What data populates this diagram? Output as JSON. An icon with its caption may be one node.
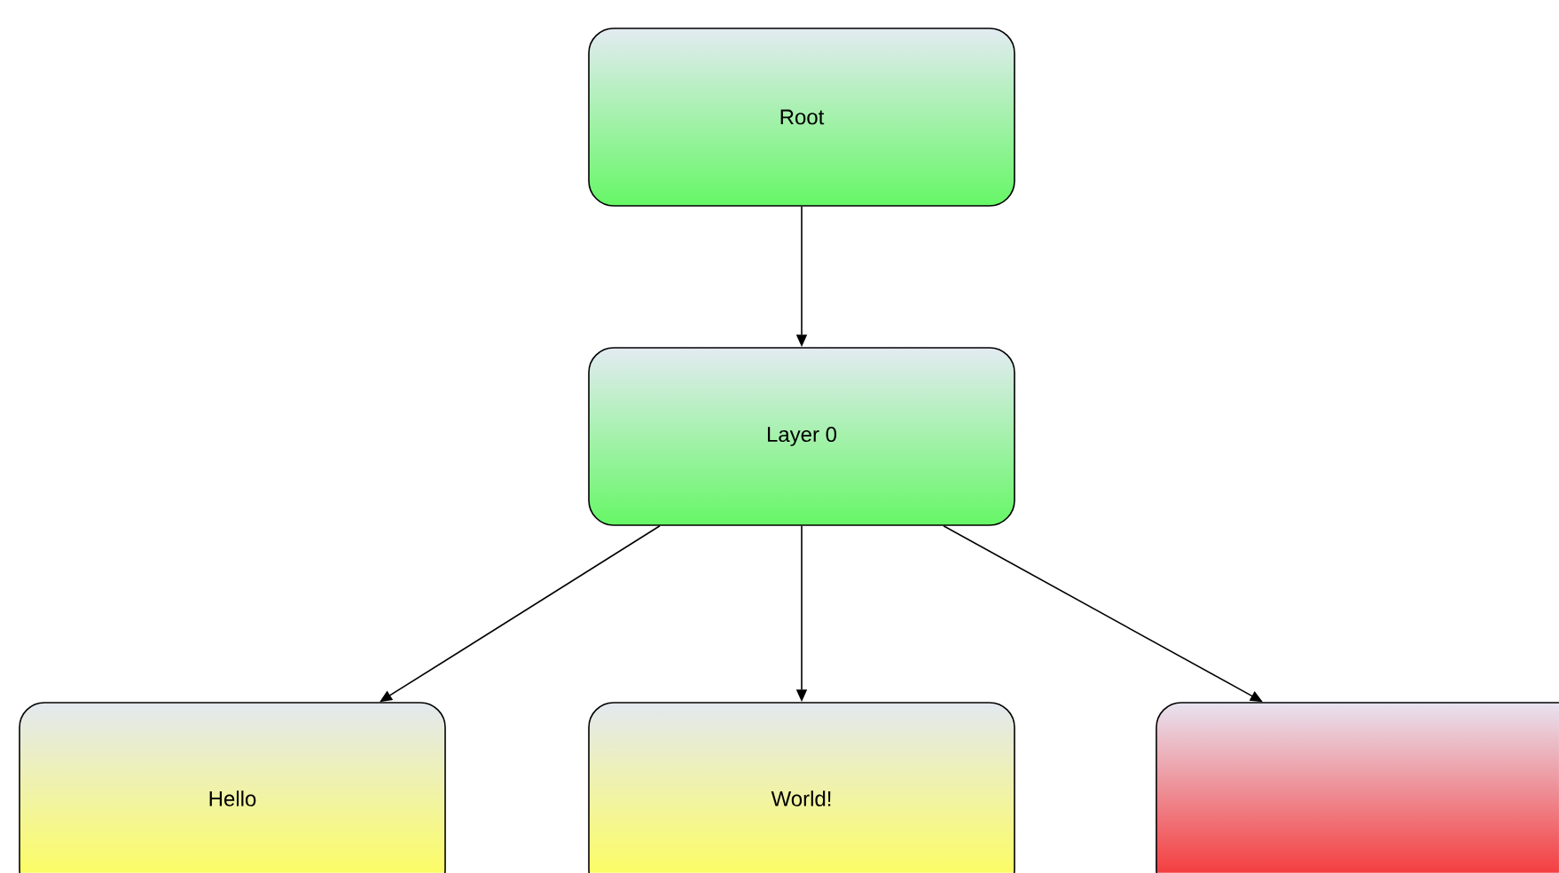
{
  "diagram": {
    "nodes": [
      {
        "text": [
          "Root"
        ]
      },
      {
        "text": [
          "Layer 0"
        ]
      },
      {
        "text": [
          "Hello"
        ]
      },
      {
        "text": [
          "World!"
        ]
      },
      {
        "text": [],
        "shape": "box"
      }
    ],
    "edges": [
      {
        "from": 0,
        "to": 1,
        "arrow": "to"
      },
      {
        "from": 1,
        "to": 2,
        "arrow": "to"
      },
      {
        "from": 1,
        "to": 3,
        "arrow": "to"
      },
      {
        "from": 1,
        "to": 4,
        "arrow": "to"
      }
    ]
  }
}
